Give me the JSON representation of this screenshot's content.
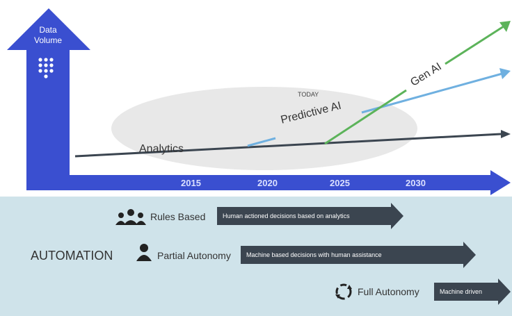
{
  "axis": {
    "y_label_line1": "Data",
    "y_label_line2": "Volume",
    "years": [
      "2015",
      "2020",
      "2025",
      "2030"
    ]
  },
  "today_label": "TODAY",
  "trends": {
    "analytics": "Analytics",
    "predictive_ai": "Predictive AI",
    "gen_ai": "Gen AI"
  },
  "automation": {
    "title": "AUTOMATION",
    "rows": [
      {
        "label": "Rules Based",
        "bar_text": "Human actioned decisions based on analytics",
        "icon": "group-icon"
      },
      {
        "label": "Partial Autonomy",
        "bar_text": "Machine based decisions with human assistance",
        "icon": "person-icon"
      },
      {
        "label": "Full Autonomy",
        "bar_text": "Machine driven",
        "icon": "cycle-icon"
      }
    ]
  },
  "colors": {
    "axis_blue": "#3a4fd0",
    "analytics_line": "#3b4550",
    "predictive_line": "#6fb0e0",
    "gen_ai_line": "#5cb35a",
    "panel": "#cfe3ea"
  }
}
